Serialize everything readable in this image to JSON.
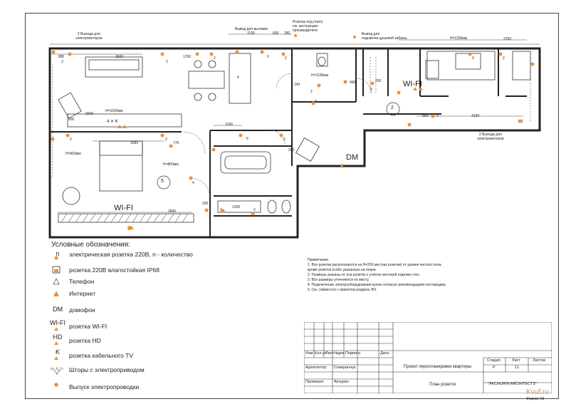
{
  "colors": {
    "outlet": "#e8913f",
    "wall": "#222222",
    "hatch": "#555555"
  },
  "plan": {
    "dim_top": [
      "1190",
      "600",
      "280",
      "2250"
    ],
    "dim_labels": [
      "880",
      "3600",
      "1700",
      "2040",
      "600",
      "1180",
      "3380",
      "770",
      "2840",
      "200",
      "1200",
      "300",
      "140",
      "200",
      "865",
      "3100",
      "490"
    ],
    "height_labels": [
      "Н=1100мм",
      "Н=1100мм",
      "Н=1100мм",
      "Н=1000мм",
      "Н=600мм",
      "Н=800мм"
    ],
    "callouts": {
      "outputs_left": "2 Выхода для\nэлектромоторов",
      "hood": "Вывод для вытяжки",
      "floor_socket": "Розетка под плиту\nсм. инструкцию\nпроизводителя",
      "shower_light": "Вывод для\nподсветки душевой кабины",
      "outputs_right": "2 Выхода для\nэлектромоторов"
    },
    "room_numbers": [
      "5",
      "2"
    ],
    "wifi_labels": [
      "WI-FI",
      "WI-FI"
    ],
    "dm_label": "DM",
    "tv_label": "4  ✕ K",
    "outlet_counts": [
      "2",
      "2",
      "2",
      "2",
      "4",
      "2",
      "6",
      "2",
      "2",
      "2",
      "2",
      "2",
      "2",
      "2",
      "2",
      "2",
      "2",
      "4",
      "2",
      "2"
    ]
  },
  "legend": {
    "title": "Условные обозначения:",
    "items": [
      {
        "symbol": "n",
        "text": "электрическая розетка 220В, n - количество",
        "icon": "outlet-icon"
      },
      {
        "symbol": "",
        "text": "розетка 220В влагостойкая IP68",
        "icon": "waterproof-outlet-icon"
      },
      {
        "symbol": "",
        "text": "Телефон",
        "icon": "phone-triangle-icon"
      },
      {
        "symbol": "",
        "text": "Интернет",
        "icon": "internet-triangle-icon"
      },
      {
        "symbol": "DM",
        "text": "домофон",
        "icon": "intercom-icon"
      },
      {
        "symbol": "WI-FI",
        "text": "розетка WI-FI",
        "icon": "wifi-outlet-icon"
      },
      {
        "symbol": "HD",
        "text": "розетка HD",
        "icon": "hd-outlet-icon"
      },
      {
        "symbol": "K",
        "text": "розетка кабельного TV",
        "icon": "cable-tv-outlet-icon"
      },
      {
        "symbol": "",
        "text": "Шторы с электроприводом",
        "icon": "motor-curtain-icon"
      },
      {
        "symbol": "",
        "text": "Выпуск электропроводки",
        "icon": "wiring-outlet-icon"
      }
    ]
  },
  "notes": {
    "title": "Примечание.",
    "lines": [
      "1. Все розетки располагаются на Н=250 мм (низ розетки) от уровня чистого пола,",
      "кроме розеток особо указанных на плане",
      "2. Размеры указаны от оси розеток с учетом чистовой отделки стен.",
      "3. Все размеры уточняются по месту.",
      "4. Подключение электрооборудования кухни согласно рекомендациям поставщика.",
      "6. См. совместно с проектом раздела ЭО."
    ]
  },
  "titleblock": {
    "header_cols": [
      "Изм.",
      "Кол.уч",
      "Лист",
      "№док",
      "Подпись",
      "Дата"
    ],
    "architect_label": "Архитектор",
    "architect_name": "Северанчук",
    "checked_label": "Проверил",
    "checked_name": "Акчурин",
    "project": "Проект перепланировки квартиры",
    "sheet_name": "План розеток",
    "stage_label": "Стадия",
    "stage": "Р",
    "sheet_label": "Лист",
    "sheet": "11",
    "sheets_label": "Листов",
    "sheets": "",
    "company": "\"AKCHURIN ARCHITECTS\""
  },
  "watermark": "Kvuf.ru",
  "format": "Формат А3"
}
